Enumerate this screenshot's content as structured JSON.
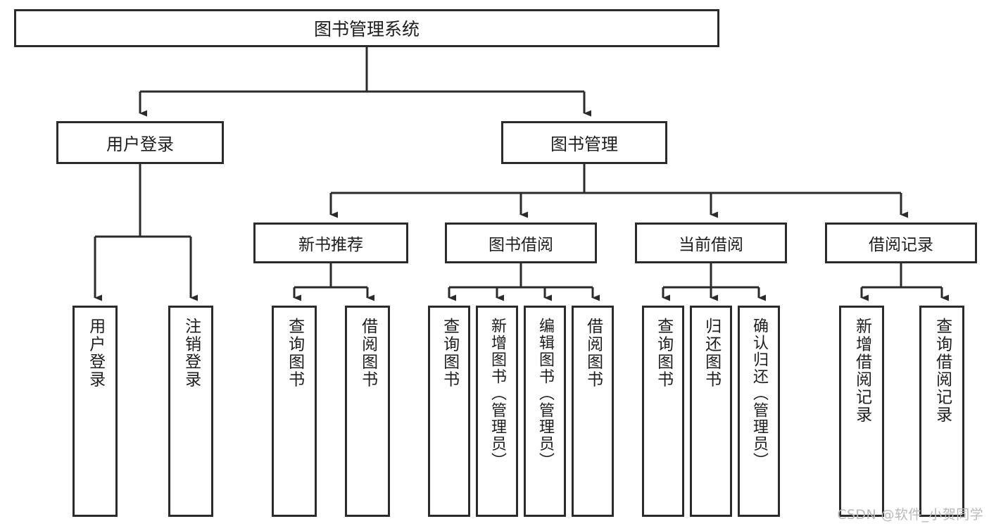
{
  "diagram": {
    "title": "图书管理系统",
    "type": "hierarchy-tree",
    "root": {
      "label": "图书管理系统"
    },
    "tier2": [
      {
        "label": "用户登录"
      },
      {
        "label": "图书管理"
      }
    ],
    "tier3": [
      {
        "label": "新书推荐",
        "parent": "图书管理"
      },
      {
        "label": "图书借阅",
        "parent": "图书管理"
      },
      {
        "label": "当前借阅",
        "parent": "图书管理"
      },
      {
        "label": "借阅记录",
        "parent": "图书管理"
      }
    ],
    "leaves": [
      {
        "label": "用户登录",
        "parent": "用户登录"
      },
      {
        "label": "注销登录",
        "parent": "用户登录"
      },
      {
        "label": "查询图书",
        "parent": "新书推荐"
      },
      {
        "label": "借阅图书",
        "parent": "新书推荐"
      },
      {
        "label": "查询图书",
        "parent": "图书借阅"
      },
      {
        "label": "新增图书（管理员）",
        "parent": "图书借阅"
      },
      {
        "label": "编辑图书（管理员）",
        "parent": "图书借阅"
      },
      {
        "label": "借阅图书",
        "parent": "图书借阅"
      },
      {
        "label": "查询图书",
        "parent": "当前借阅"
      },
      {
        "label": "归还图书",
        "parent": "当前借阅"
      },
      {
        "label": "确认归还（管理员）",
        "parent": "当前借阅"
      },
      {
        "label": "新增借阅记录",
        "parent": "借阅记录"
      },
      {
        "label": "查询借阅记录",
        "parent": "借阅记录"
      }
    ],
    "colors": {
      "stroke": "#2b2b2b",
      "fill": "#ffffff",
      "text": "#1d1d1d",
      "watermark": "#b9b9b9"
    }
  },
  "watermark": {
    "text": "CSDN @软件_小贺同学"
  }
}
